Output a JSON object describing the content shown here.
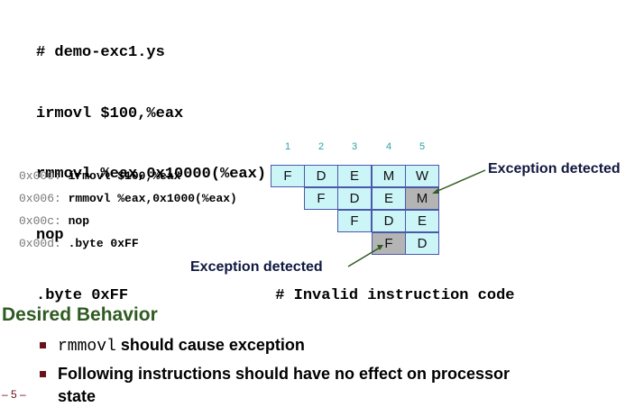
{
  "code": [
    "# demo-exc1.ys",
    "irmovl $100,%eax",
    "rmmovl %eax,0x10000(%eax) # Invalid address",
    "nop",
    ".byte 0xFF                # Invalid instruction code"
  ],
  "pipeline": {
    "stage_numbers": [
      "1",
      "2",
      "3",
      "4",
      "5"
    ],
    "instructions": [
      {
        "addr": "0x000:",
        "text": "irmovl $100,%eax",
        "cells": [
          {
            "label": "F",
            "exception": false
          },
          {
            "label": "D",
            "exception": false
          },
          {
            "label": "E",
            "exception": false
          },
          {
            "label": "M",
            "exception": false
          },
          {
            "label": "W",
            "exception": false
          }
        ]
      },
      {
        "addr": "0x006:",
        "text": "rmmovl %eax,0x1000(%eax)",
        "cells": [
          {
            "label": "F",
            "exception": false
          },
          {
            "label": "D",
            "exception": false
          },
          {
            "label": "E",
            "exception": false
          },
          {
            "label": "M",
            "exception": true
          }
        ]
      },
      {
        "addr": "0x00c:",
        "text": "nop",
        "cells": [
          {
            "label": "F",
            "exception": false
          },
          {
            "label": "D",
            "exception": false
          },
          {
            "label": "E",
            "exception": false
          }
        ]
      },
      {
        "addr": "0x00d:",
        "text": ".byte 0xFF",
        "cells": [
          {
            "label": "F",
            "exception": true
          },
          {
            "label": "D",
            "exception": false
          }
        ]
      }
    ],
    "exception_labels": [
      "Exception detected",
      "Exception detected"
    ]
  },
  "section": {
    "title": "Desired Behavior",
    "bullets": [
      {
        "code": "rmmovl",
        "text": " should cause exception"
      },
      {
        "line1": "Following instructions should have no effect on processor",
        "line2": "state"
      }
    ]
  },
  "page_number": "– 5 –",
  "colors": {
    "cell_fill": "#ccf5f8",
    "cell_exception_fill": "#b4b4b4",
    "cell_border": "#4a5aa8",
    "title_color": "#2f5a22",
    "bullet_color": "#6b0f1a"
  }
}
